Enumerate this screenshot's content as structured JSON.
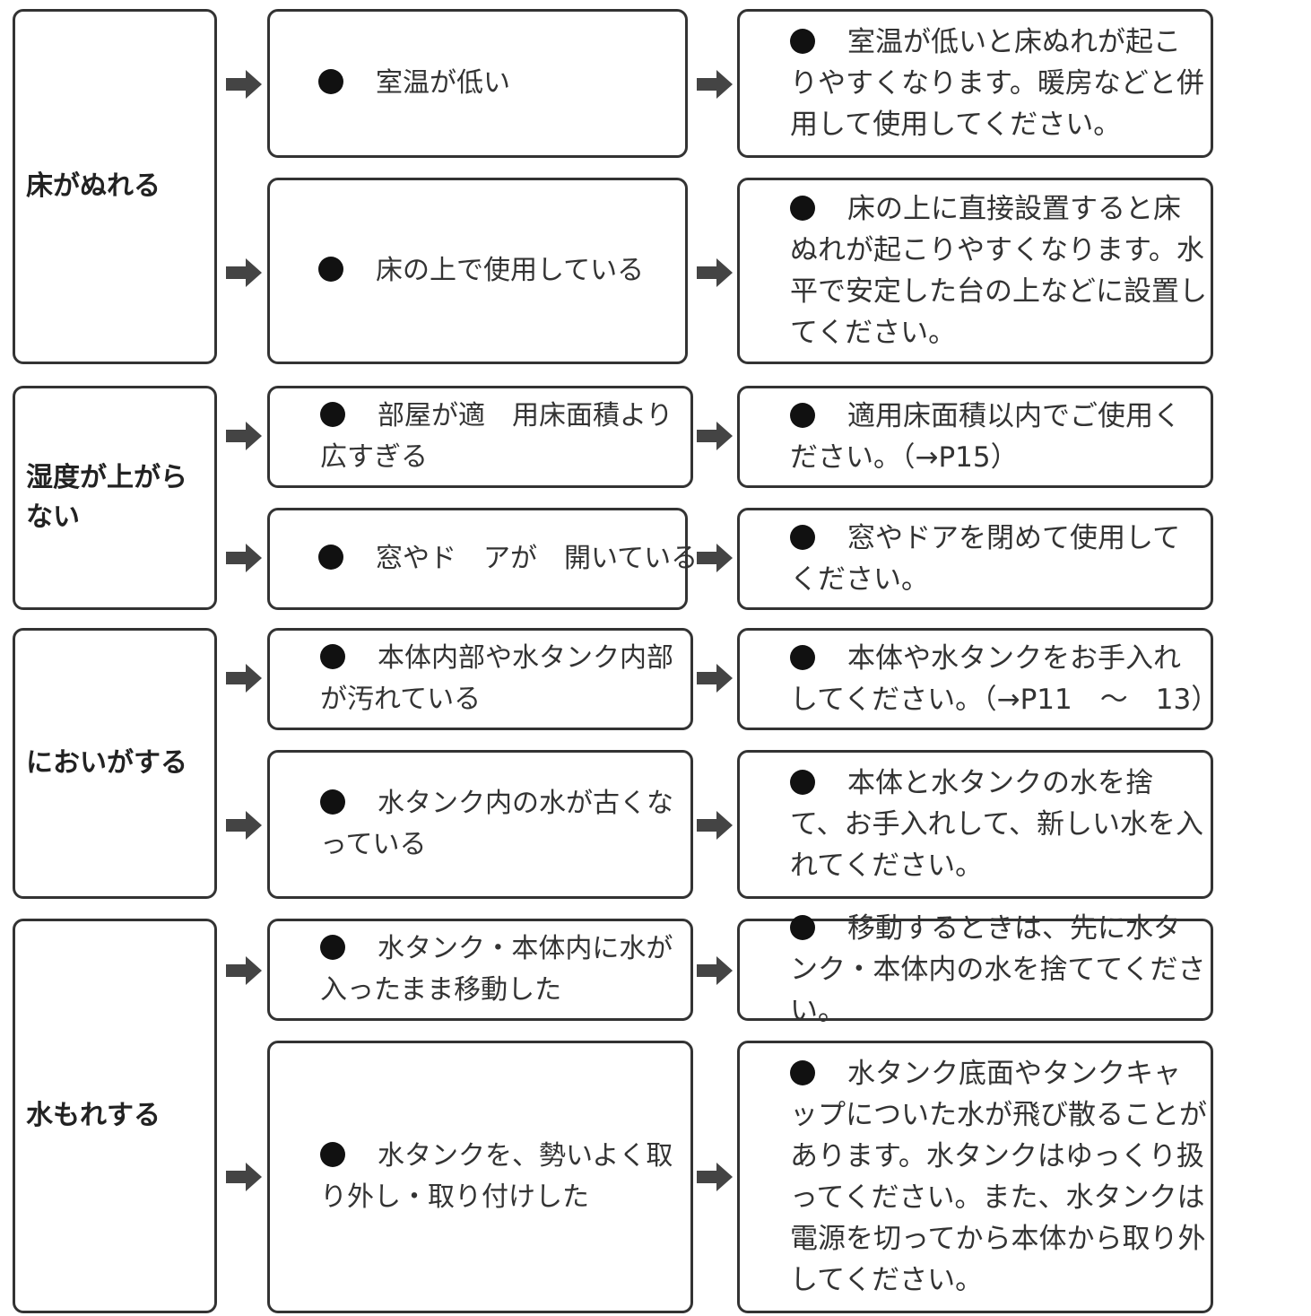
{
  "rows": [
    {
      "symptom": "床がぬれる",
      "causes": [
        {
          "cause": "室温が低い",
          "remedy": "室温が低いと床ぬれが起こりやすくなります。暖房などと併用して使用してください。"
        },
        {
          "cause": "床の上で使用している",
          "remedy": "床の上に直接設置すると床ぬれが起こりやすくなります。水平で安定した台の上などに設置してください。"
        }
      ]
    },
    {
      "symptom": "湿度が上がらない",
      "causes": [
        {
          "cause": "部屋が適　用床面積より広すぎる",
          "remedy": "適用床面積以内でご使用ください。（→P15）"
        },
        {
          "cause": "窓やド　アが　開いている",
          "remedy": "窓やドアを閉めて使用してください。"
        }
      ]
    },
    {
      "symptom": "においがする",
      "causes": [
        {
          "cause": "本体内部や水タンク内部が汚れている",
          "remedy": "本体や水タンクをお手入れしてください。（→P11　～　13）"
        },
        {
          "cause": "水タンク内の水が古くなっている",
          "remedy": "本体と水タンクの水を捨て、お手入れして、新しい水を入れてください。"
        }
      ]
    },
    {
      "symptom": "水もれする",
      "causes": [
        {
          "cause": "水タンク・本体内に水が入ったまま移動した",
          "remedy": "移動するときは、先に水タンク・本体内の水を捨ててください。"
        },
        {
          "cause": "水タンクを、勢いよく取り外し・取り付けした",
          "remedy": "水タンク底面やタンクキャップについた水が飛び散ることがあります。水タンクはゆっくり扱ってください。また、水タンクは電源を切ってから本体から取り外してください。"
        }
      ]
    }
  ],
  "icons": {
    "arrow": "right-arrow-icon",
    "bullet": "bullet-icon"
  },
  "colors": {
    "border": "#333333",
    "text": "#2a2a2a",
    "arrow": "#444444"
  }
}
